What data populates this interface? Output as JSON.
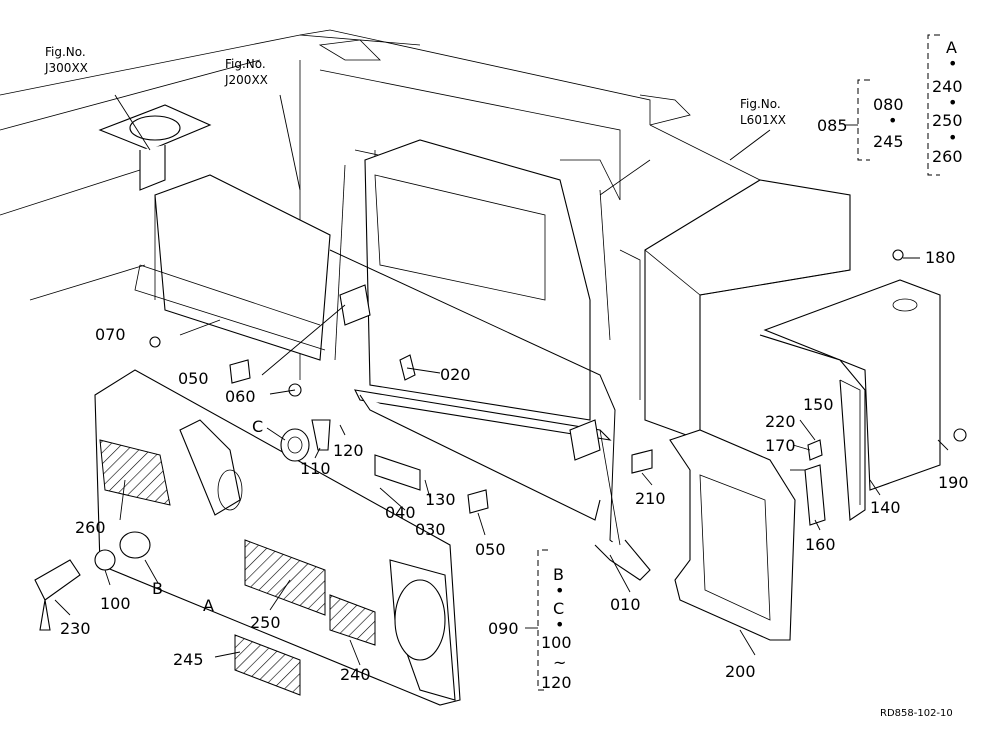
{
  "diagram": {
    "figure_refs": [
      {
        "id": "j300",
        "line1": "Fig.No.",
        "line2": "J300XX"
      },
      {
        "id": "j200",
        "line1": "Fig.No.",
        "line2": "J200XX"
      },
      {
        "id": "l601",
        "line1": "Fig.No.",
        "line2": "L601XX"
      }
    ],
    "part_labels": {
      "p010": "010",
      "p020": "020",
      "p030": "030",
      "p040": "040",
      "p050a": "050",
      "p050b": "050",
      "p060": "060",
      "p070": "070",
      "p100": "100",
      "p110": "110",
      "p120": "120",
      "p130": "130",
      "p140": "140",
      "p150": "150",
      "p160": "160",
      "p170": "170",
      "p180": "180",
      "p190": "190",
      "p200": "200",
      "p210": "210",
      "p220": "220",
      "p230": "230",
      "p240": "240",
      "p245": "245",
      "p250": "250",
      "p260": "260",
      "pA": "A",
      "pB": "B",
      "pC": "C"
    },
    "group_085": {
      "label": "085",
      "inner": {
        "top": "080",
        "dot": "•",
        "bottom": "245"
      },
      "outer": {
        "a": "A",
        "dot1": "•",
        "b": "240",
        "dot2": "•",
        "c": "250",
        "dot3": "•",
        "d": "260"
      }
    },
    "group_090": {
      "label": "090",
      "items": {
        "b": "B",
        "dot1": "•",
        "c": "C",
        "dot2": "•",
        "from": "100",
        "tilde": "~",
        "to": "120"
      }
    },
    "drawing_code": "RD858-102-10"
  }
}
